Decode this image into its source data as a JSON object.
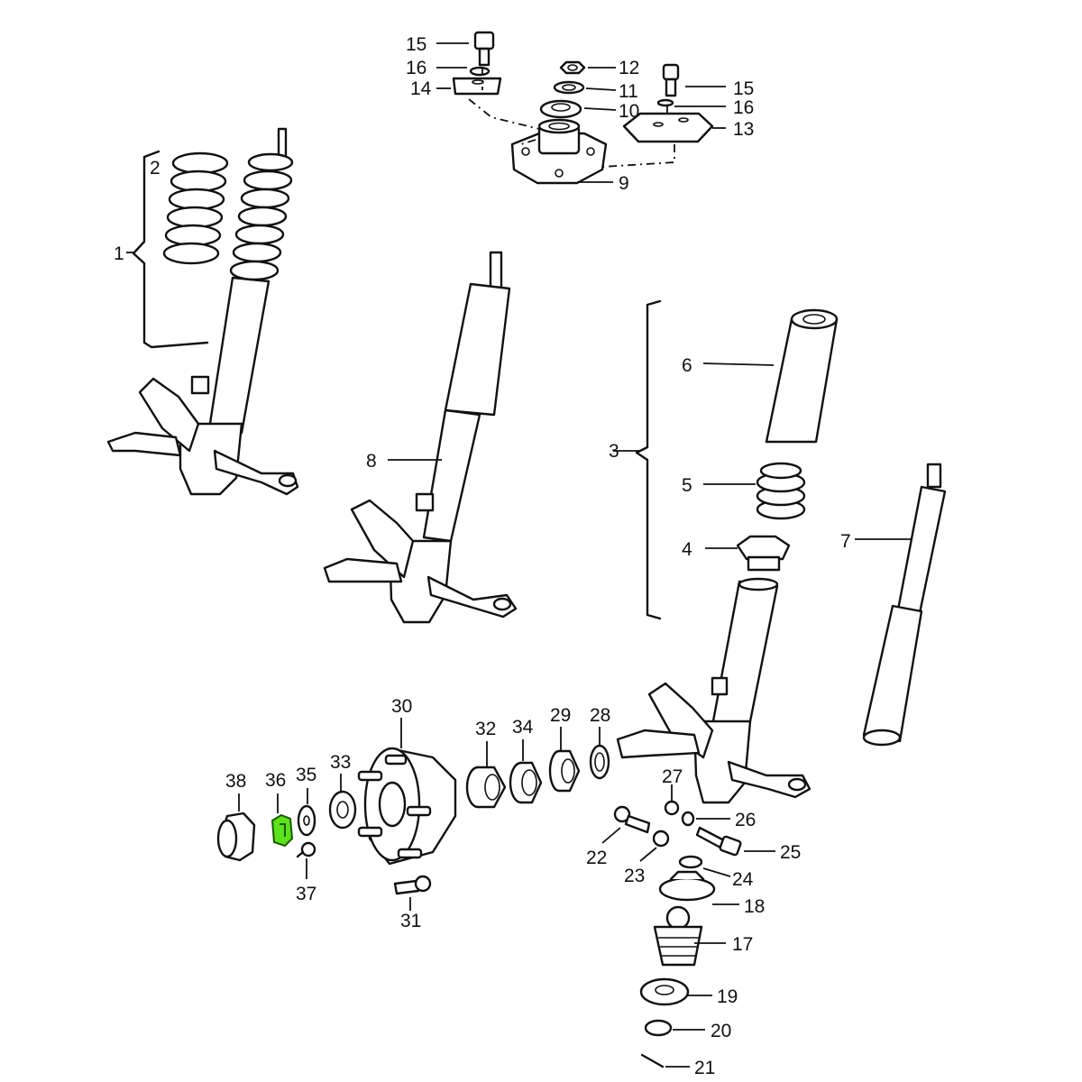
{
  "diagram": {
    "highlight_color": "#5de11c",
    "highlighted_part": "36",
    "callouts": [
      {
        "id": "15",
        "label": "15"
      },
      {
        "id": "16",
        "label": "16"
      },
      {
        "id": "14",
        "label": "14"
      },
      {
        "id": "12",
        "label": "12"
      },
      {
        "id": "11",
        "label": "11"
      },
      {
        "id": "10",
        "label": "10"
      },
      {
        "id": "15b",
        "label": "15"
      },
      {
        "id": "16b",
        "label": "16"
      },
      {
        "id": "13",
        "label": "13"
      },
      {
        "id": "9",
        "label": "9"
      },
      {
        "id": "2",
        "label": "2"
      },
      {
        "id": "1",
        "label": "1"
      },
      {
        "id": "8",
        "label": "8"
      },
      {
        "id": "3",
        "label": "3"
      },
      {
        "id": "6",
        "label": "6"
      },
      {
        "id": "5",
        "label": "5"
      },
      {
        "id": "4",
        "label": "4"
      },
      {
        "id": "7",
        "label": "7"
      },
      {
        "id": "30",
        "label": "30"
      },
      {
        "id": "32",
        "label": "32"
      },
      {
        "id": "34",
        "label": "34"
      },
      {
        "id": "29",
        "label": "29"
      },
      {
        "id": "28",
        "label": "28"
      },
      {
        "id": "38",
        "label": "38"
      },
      {
        "id": "36",
        "label": "36"
      },
      {
        "id": "35",
        "label": "35"
      },
      {
        "id": "33",
        "label": "33"
      },
      {
        "id": "37",
        "label": "37"
      },
      {
        "id": "31",
        "label": "31"
      },
      {
        "id": "27",
        "label": "27"
      },
      {
        "id": "26",
        "label": "26"
      },
      {
        "id": "25",
        "label": "25"
      },
      {
        "id": "22",
        "label": "22"
      },
      {
        "id": "23",
        "label": "23"
      },
      {
        "id": "24",
        "label": "24"
      },
      {
        "id": "18",
        "label": "18"
      },
      {
        "id": "17",
        "label": "17"
      },
      {
        "id": "19",
        "label": "19"
      },
      {
        "id": "20",
        "label": "20"
      },
      {
        "id": "21",
        "label": "21"
      }
    ]
  }
}
